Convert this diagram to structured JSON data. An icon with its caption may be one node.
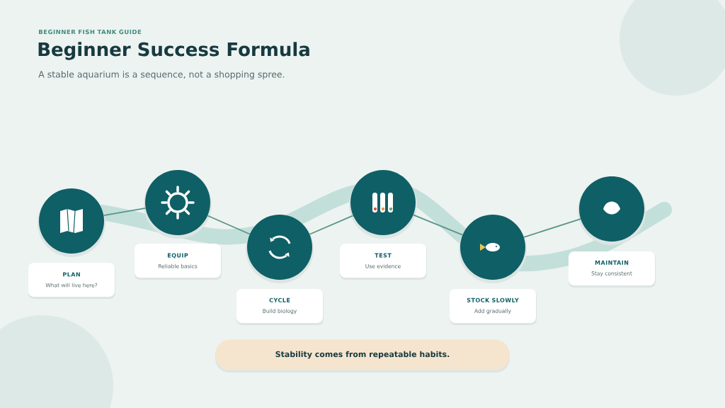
{
  "diagram": {
    "title": "Beginner Success Formula",
    "nodes": [
      {
        "text": [],
        "shape": "circle"
      },
      {
        "text": [],
        "shape": "circle"
      },
      {
        "text": [],
        "shape": "circle"
      },
      {
        "text": [],
        "shape": "circle"
      },
      {
        "text": [],
        "shape": "circle"
      },
      {
        "text": [],
        "shape": "circle"
      },
      {
        "text": [
          "PLAN",
          "What will live here?"
        ]
      },
      {
        "text": [
          "EQUIP",
          "Reliable basics"
        ]
      },
      {
        "text": [
          "CYCLE",
          "Build biology"
        ]
      },
      {
        "text": [
          "TEST",
          "Use evidence"
        ]
      },
      {
        "text": [
          "STOCK SLOWLY",
          "Add gradually"
        ]
      },
      {
        "text": [
          "MAINTAIN",
          "Stay consistent"
        ]
      },
      {
        "text": [
          "Stability comes from repeatable habits."
        ]
      }
    ],
    "edges": [
      {
        "from": 0,
        "to": 1,
        "arrow": "none"
      },
      {
        "from": 1,
        "to": 2,
        "arrow": "none"
      },
      {
        "from": 2,
        "to": 3,
        "arrow": "none"
      },
      {
        "from": 3,
        "to": 4,
        "arrow": "none"
      },
      {
        "from": 4,
        "to": 5,
        "arrow": "none"
      }
    ],
    "labels": [
      "BEGINNER FISH TANK GUIDE",
      "A stable aquarium is a sequence, not a shopping spree."
    ]
  }
}
